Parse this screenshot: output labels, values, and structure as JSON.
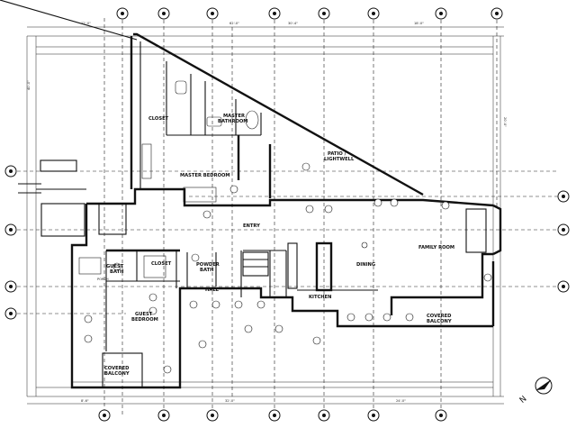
{
  "rooms": {
    "closet_upper": "CLOSET",
    "master_bathroom": "MASTER\nBATHROOM",
    "master_bedroom": "MASTER BEDROOM",
    "patio_lightwell": "PATIO /\nLIGHTWELL",
    "entry": "ENTRY",
    "family_room": "FAMILY ROOM",
    "dining": "DINING",
    "guest_bath": "GUEST\nBATH",
    "closet_lower": "CLOSET",
    "powder_bath": "POWDER\nBATH",
    "hall": "HALL",
    "kitchen": "KITCHEN",
    "guest_bedroom": "GUEST\nBEDROOM",
    "covered_balcony_left": "COVERED\nBALCONY",
    "covered_balcony_right": "COVERED\nBALCONY",
    "porch": "PORCH"
  },
  "north_label": "N"
}
